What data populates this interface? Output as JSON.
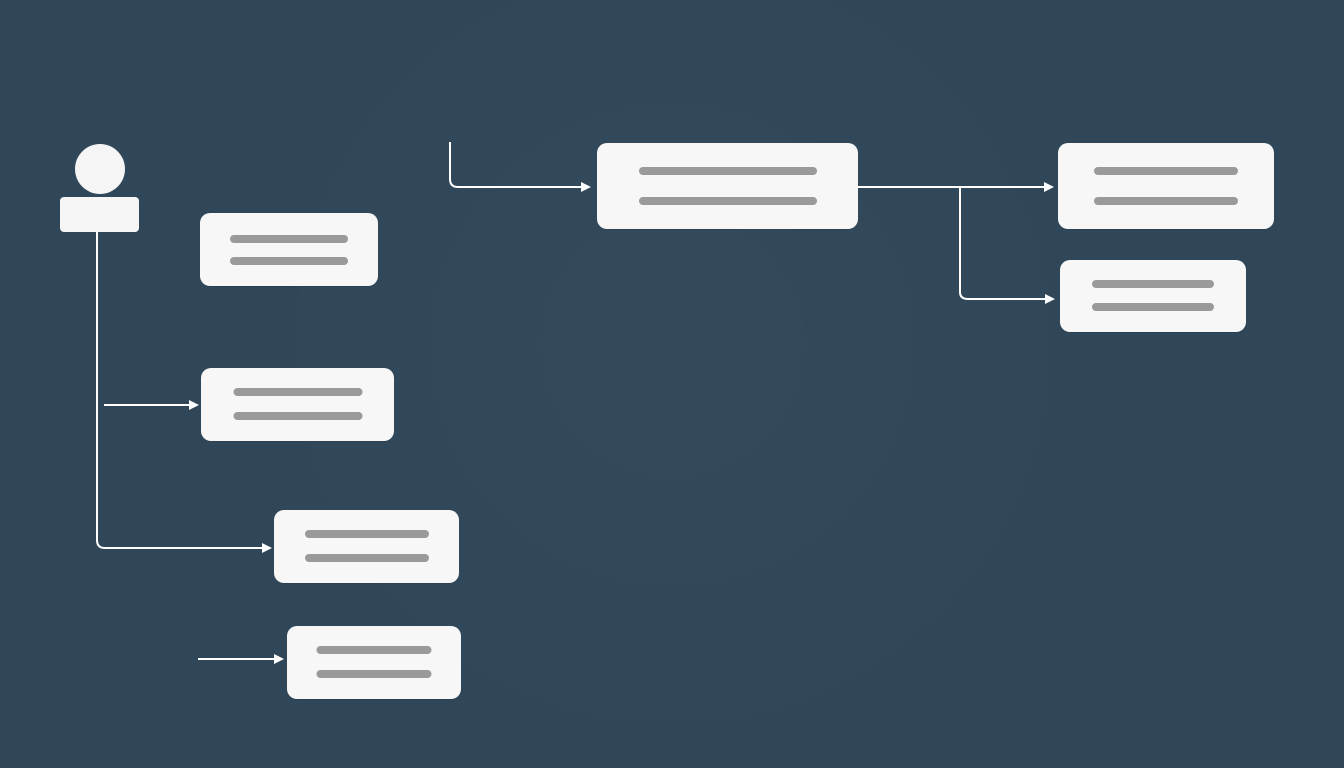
{
  "diagram": {
    "nodes": [
      {
        "id": "actor",
        "type": "actor"
      },
      {
        "id": "left-card-1",
        "type": "card",
        "lines": 2
      },
      {
        "id": "left-card-2",
        "type": "card",
        "lines": 2
      },
      {
        "id": "left-card-3",
        "type": "card",
        "lines": 2
      },
      {
        "id": "left-card-4",
        "type": "card",
        "lines": 2
      },
      {
        "id": "flow-source",
        "type": "card",
        "lines": 2
      },
      {
        "id": "flow-target-top",
        "type": "card",
        "lines": 2
      },
      {
        "id": "flow-target-bottom",
        "type": "card",
        "lines": 2
      }
    ],
    "edges": [
      {
        "from": "actor",
        "to": "left-card-2"
      },
      {
        "from": "actor",
        "to": "left-card-3"
      },
      {
        "from": "external",
        "to": "left-card-4"
      },
      {
        "from": "external",
        "to": "flow-source"
      },
      {
        "from": "flow-source",
        "to": "flow-target-top"
      },
      {
        "from": "flow-source",
        "to": "flow-target-bottom"
      }
    ]
  },
  "colors": {
    "background": "#2f4759",
    "card": "#f7f7f7",
    "placeholder_line": "#9a9a9a",
    "connector": "#ffffff"
  }
}
